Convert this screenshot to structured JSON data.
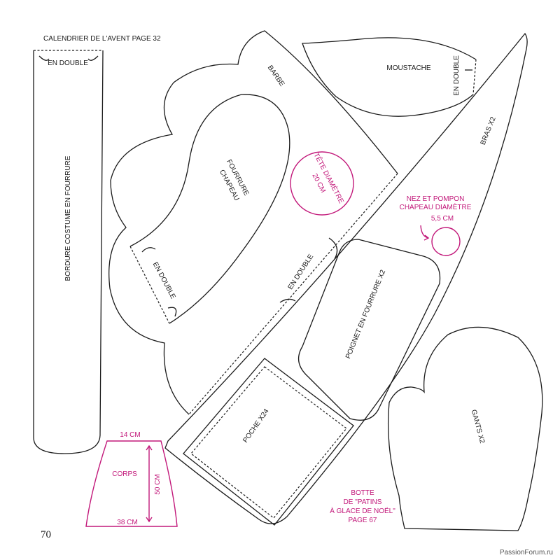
{
  "header": {
    "title": "CALENDRIER DE L'AVENT PAGE 32"
  },
  "page_number": "70",
  "watermark": "PassionForum.ru",
  "labels": {
    "en_double": "EN DOUBLE",
    "bordure": "BORDURE COSTUME EN FOURRURE",
    "barbe": "BARBE",
    "moustache": "MOUSTACHE",
    "fourrure_l1": "FOURRURE",
    "fourrure_l2": "CHAPEAU",
    "bras": "BRAS X2",
    "poignet": "POIGNET EN FOURRURE X2",
    "poche": "POCHE X24",
    "gants": "GANTS X2"
  },
  "magenta_labels": {
    "tete_l1": "TÊTE DIAMÈTRE",
    "tete_l2": "20 CM",
    "nez_l1": "NEZ ET POMPON",
    "nez_l2": "CHAPEAU DIAMÈTRE",
    "nez_l3": "5,5 CM",
    "corps": "CORPS",
    "top_width": "14 CM",
    "height": "50 CM",
    "bottom_width": "38 CM",
    "botte_l1": "BOTTE",
    "botte_l2": "DE \"PATINS",
    "botte_l3": "À GLACE DE NOËL\"",
    "botte_l4": "PAGE 67"
  },
  "colors": {
    "outline": "#1a1a1a",
    "accent": "#c2187a"
  }
}
